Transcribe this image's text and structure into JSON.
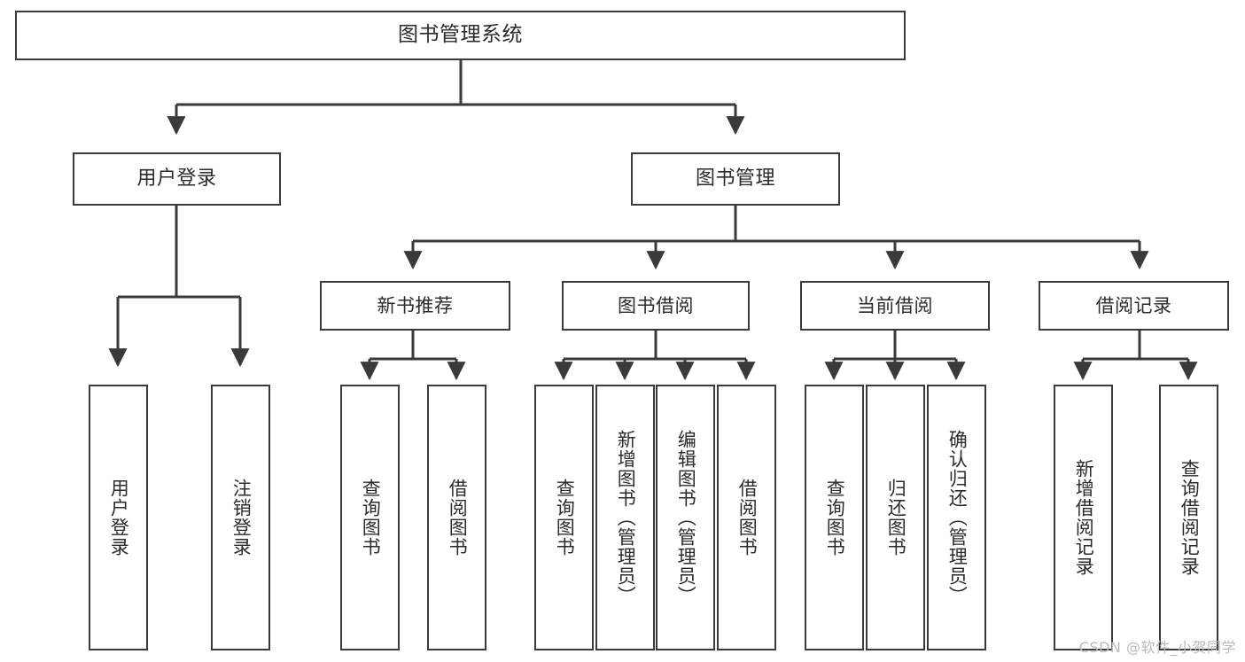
{
  "diagram": {
    "title": "图书管理系统",
    "watermark": "CSDN @软件_小贺同学",
    "colors": {
      "background": "#ffffff",
      "border": "#3a3a3a",
      "edge": "#3a3a3a",
      "text": "#2b2b2b",
      "watermark": "#b9b9b9"
    },
    "root": {
      "label": "图书管理系统"
    },
    "level2": [
      {
        "label": "用户登录"
      },
      {
        "label": "图书管理"
      }
    ],
    "level3": [
      {
        "label": "新书推荐"
      },
      {
        "label": "图书借阅"
      },
      {
        "label": "当前借阅"
      },
      {
        "label": "借阅记录"
      }
    ],
    "leaves": {
      "user_login": [
        {
          "label": "用户登录"
        },
        {
          "label": "注销登录"
        }
      ],
      "new_book": [
        {
          "label": "查询图书"
        },
        {
          "label": "借阅图书"
        }
      ],
      "book_borrow": [
        {
          "label": "查询图书"
        },
        {
          "label": "新增图书（管理员）"
        },
        {
          "label": "编辑图书（管理员）"
        },
        {
          "label": "借阅图书"
        }
      ],
      "current_borrow": [
        {
          "label": "查询图书"
        },
        {
          "label": "归还图书"
        },
        {
          "label": "确认归还（管理员）"
        }
      ],
      "borrow_record": [
        {
          "label": "新增借阅记录"
        },
        {
          "label": "查询借阅记录"
        }
      ]
    }
  }
}
